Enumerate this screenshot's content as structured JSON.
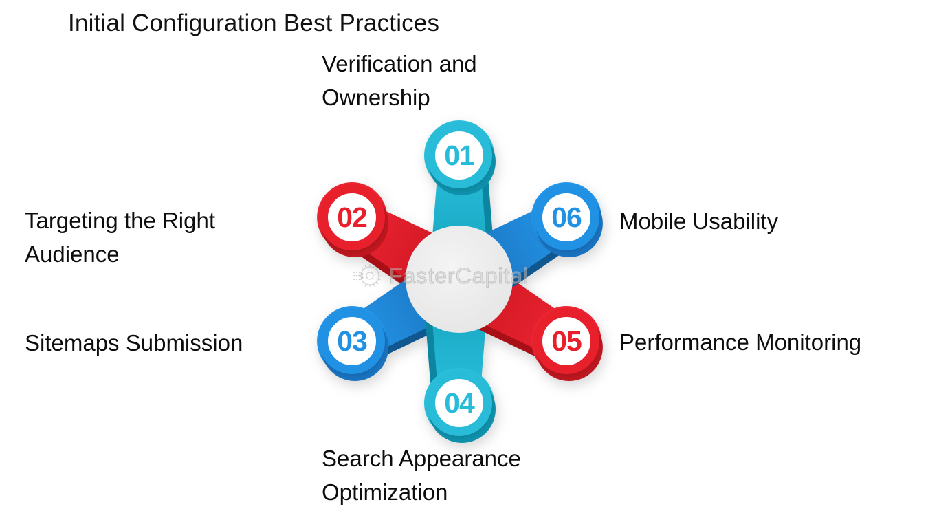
{
  "title": "Initial Configuration Best Practices",
  "watermark": {
    "text": "FasterCapital"
  },
  "colors": {
    "cyan": {
      "main": "#2bc0dc",
      "grad_from": "#12a0bc",
      "edge": "#0c86a0",
      "back": "#0f93ae",
      "accent": "#29bcd8"
    },
    "red": {
      "main": "#ee2533",
      "grad_from": "#c8141f",
      "edge": "#a80f17",
      "back": "#c01820",
      "accent": "#e8202c"
    },
    "blue": {
      "main": "#2496ea",
      "grad_from": "#1a6fb8",
      "edge": "#11578f",
      "back": "#1a74c2",
      "accent": "#2191e4"
    },
    "center_fill": "#ececec"
  },
  "chart_data": {
    "type": "hub-spoke-infographic",
    "center_label": "",
    "nodes": [
      {
        "number": "01",
        "label": "Verification and\nOwnership",
        "color": "cyan",
        "position": "top"
      },
      {
        "number": "02",
        "label": "Targeting the Right\nAudience",
        "color": "red",
        "position": "upper-left"
      },
      {
        "number": "03",
        "label": "Sitemaps Submission",
        "color": "blue",
        "position": "lower-left"
      },
      {
        "number": "04",
        "label": "Search Appearance\nOptimization",
        "color": "cyan",
        "position": "bottom"
      },
      {
        "number": "05",
        "label": "Performance Monitoring",
        "color": "red",
        "position": "lower-right"
      },
      {
        "number": "06",
        "label": "Mobile Usability",
        "color": "blue",
        "position": "upper-right"
      }
    ]
  },
  "nodes": [
    {
      "number": "01",
      "label": "Verification and\nOwnership"
    },
    {
      "number": "02",
      "label": "Targeting the Right\nAudience"
    },
    {
      "number": "03",
      "label": "Sitemaps Submission"
    },
    {
      "number": "04",
      "label": "Search Appearance\nOptimization"
    },
    {
      "number": "05",
      "label": "Performance Monitoring"
    },
    {
      "number": "06",
      "label": "Mobile Usability"
    }
  ]
}
